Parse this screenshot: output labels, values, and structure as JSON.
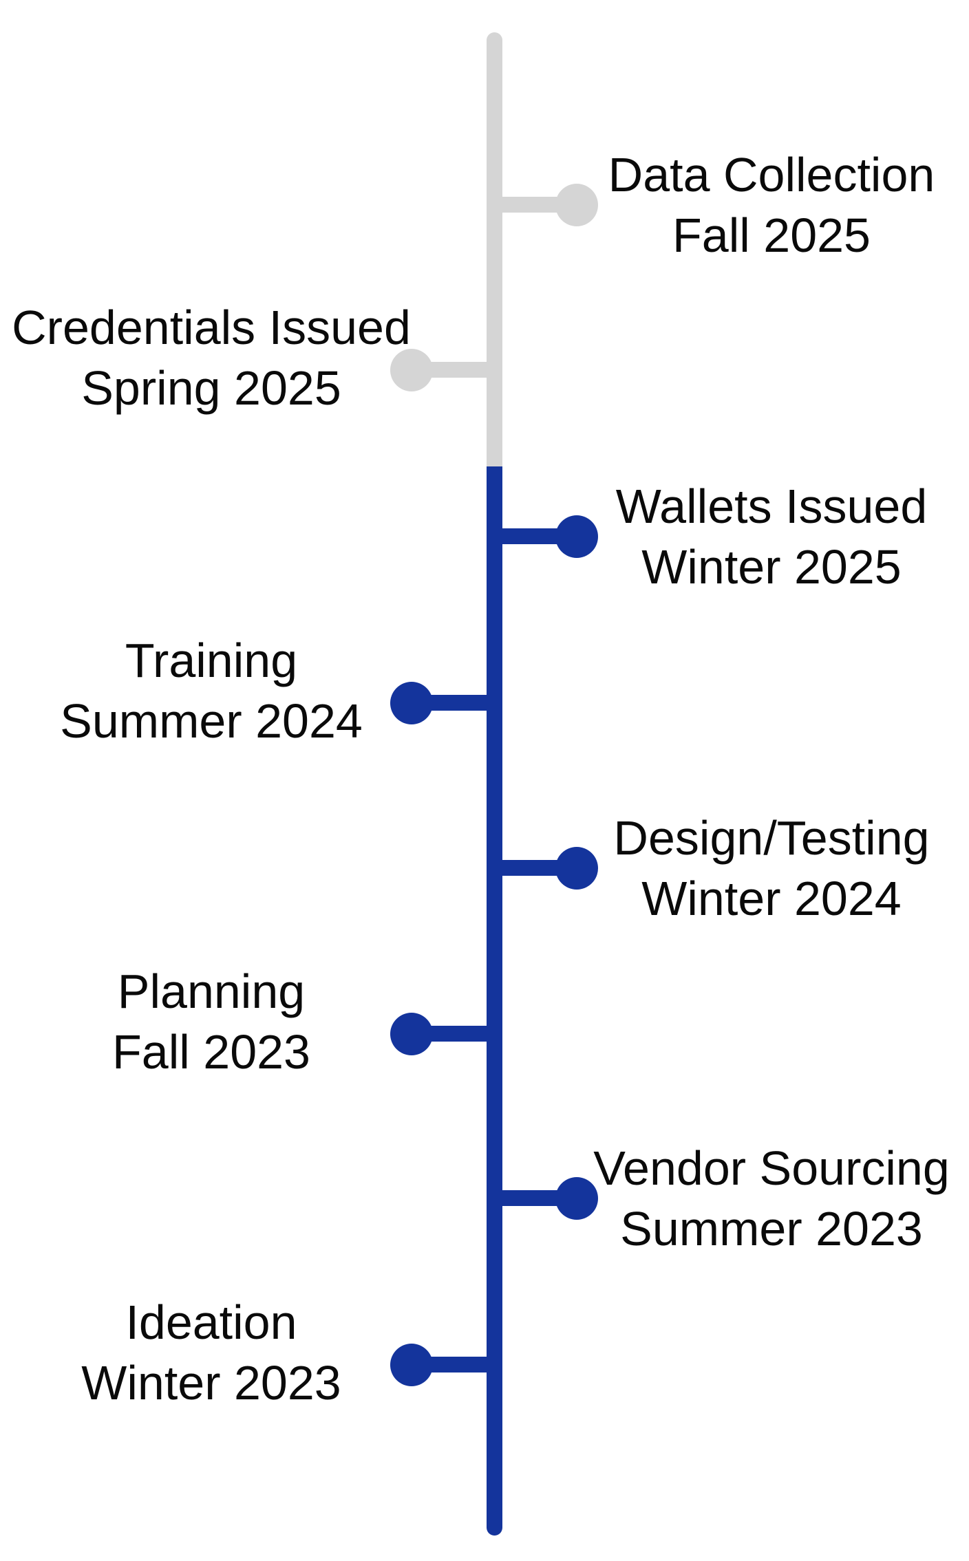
{
  "timeline": {
    "orientation": "vertical",
    "colors": {
      "blue": "#14349C",
      "gray": "#D5D5D5",
      "text": "#0A0A0A",
      "background": "#FFFFFF"
    },
    "events": [
      {
        "title": "Data Collection",
        "date": "Fall 2025",
        "side": "right",
        "status_color": "gray"
      },
      {
        "title": "Credentials Issued",
        "date": "Spring 2025",
        "side": "left",
        "status_color": "gray"
      },
      {
        "title": "Wallets Issued",
        "date": "Winter 2025",
        "side": "right",
        "status_color": "blue"
      },
      {
        "title": "Training",
        "date": "Summer 2024",
        "side": "left",
        "status_color": "blue"
      },
      {
        "title": "Design/Testing",
        "date": "Winter 2024",
        "side": "right",
        "status_color": "blue"
      },
      {
        "title": "Planning",
        "date": "Fall 2023",
        "side": "left",
        "status_color": "blue"
      },
      {
        "title": "Vendor Sourcing",
        "date": "Summer 2023",
        "side": "right",
        "status_color": "blue"
      },
      {
        "title": "Ideation",
        "date": "Winter 2023",
        "side": "left",
        "status_color": "blue"
      }
    ]
  }
}
